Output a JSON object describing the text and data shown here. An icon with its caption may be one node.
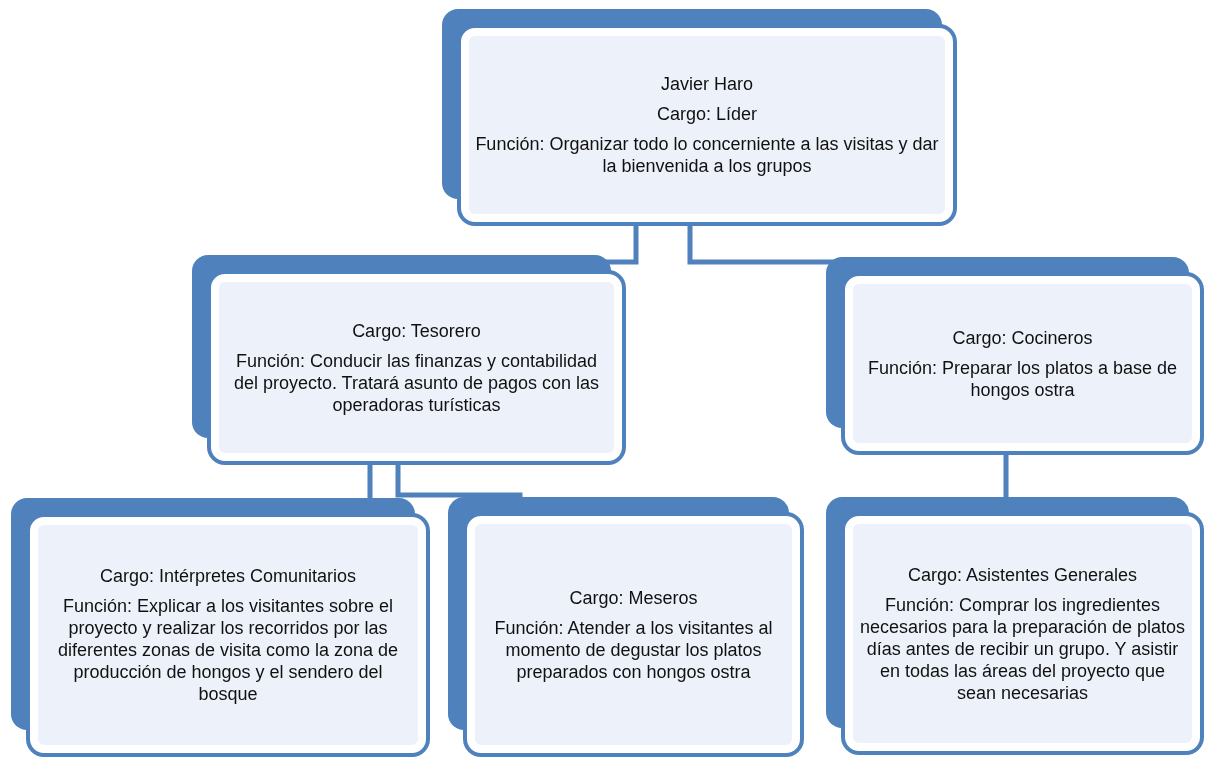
{
  "diagram": {
    "nodes": [
      {
        "text": [
          "Javier Haro",
          "Cargo: Líder",
          "Función: Organizar todo lo concerniente a las visitas y dar la bienvenida a los grupos"
        ]
      },
      {
        "text": [
          "Cargo: Tesorero",
          "Función: Conducir las finanzas y contabilidad del proyecto. Tratará asunto de pagos con las operadoras turísticas"
        ]
      },
      {
        "text": [
          "Cargo: Cocineros",
          "Función: Preparar los platos a base de hongos ostra"
        ]
      },
      {
        "text": [
          "Cargo: Intérpretes Comunitarios",
          "Función: Explicar a los visitantes sobre el proyecto y realizar los recorridos por las diferentes zonas de visita como la zona de producción de hongos y el sendero del bosque"
        ]
      },
      {
        "text": [
          "Cargo: Meseros",
          "Función: Atender a los visitantes al momento de degustar los platos preparados con hongos ostra"
        ]
      },
      {
        "text": [
          "Cargo: Asistentes Generales",
          "Función: Comprar los ingredientes necesarios para la preparación de platos días antes de recibir un grupo. Y asistir en todas las áreas del proyecto que sean necesarias"
        ]
      }
    ],
    "edges": [
      {
        "from": 0,
        "to": 1,
        "arrow": "none"
      },
      {
        "from": 0,
        "to": 2,
        "arrow": "none"
      },
      {
        "from": 1,
        "to": 3,
        "arrow": "none"
      },
      {
        "from": 1,
        "to": 4,
        "arrow": "none"
      },
      {
        "from": 2,
        "to": 5,
        "arrow": "none"
      }
    ]
  }
}
